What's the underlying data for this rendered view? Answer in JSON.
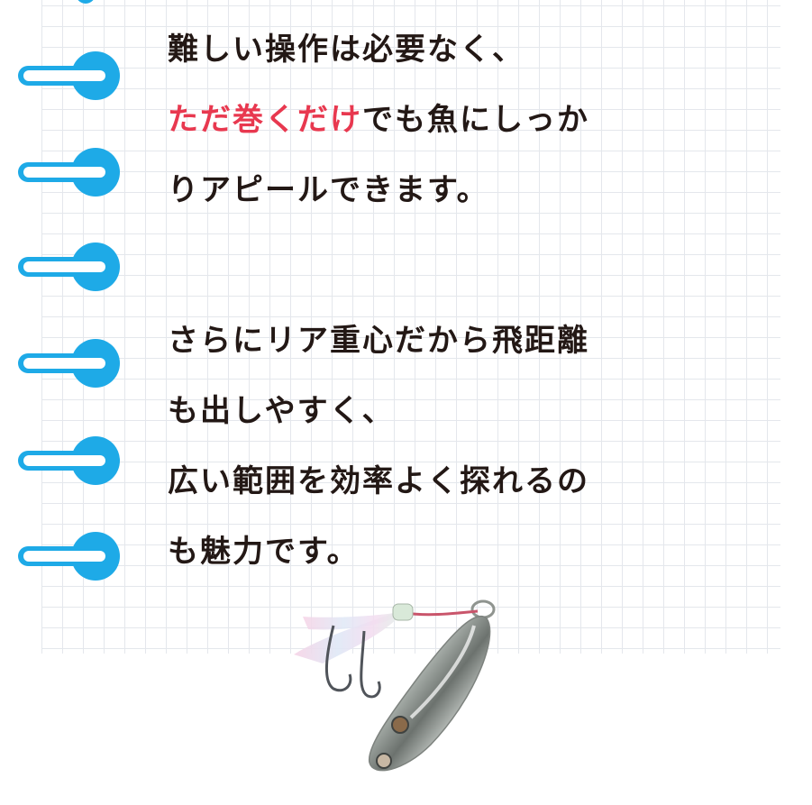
{
  "paragraph1": {
    "line1": "難しい操作は必要なく、",
    "line2_highlight": "ただ巻くだけ",
    "line2_rest": "でも魚にしっか",
    "line3": "りアピールできます。"
  },
  "paragraph2": {
    "line1": "さらにリア重心だから飛距離",
    "line2": "も出しやすく、",
    "line3": "広い範囲を効率よく探れるの",
    "line4": "も魅力です。"
  },
  "colors": {
    "text": "#231815",
    "highlight": "#e8384f",
    "ring": "#1eaae7",
    "grid": "#e4e7ec"
  },
  "icons": {
    "binder_ring": "binder-ring-icon",
    "lure": "metal-jig-lure-image"
  }
}
